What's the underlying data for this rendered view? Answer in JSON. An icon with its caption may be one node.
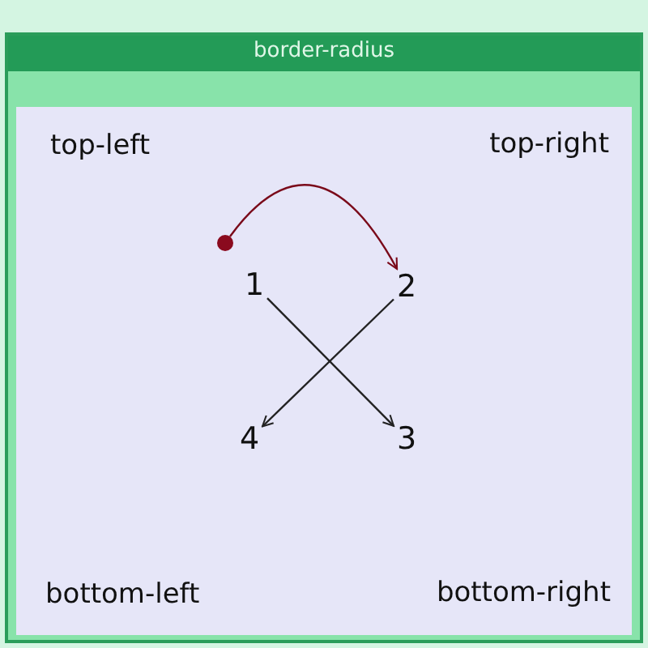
{
  "diagram": {
    "nodes": [
      {
        "text": [
          "border-radius"
        ]
      },
      {
        "text": [],
        "shape": "box",
        "in": 0
      },
      {
        "text": [],
        "shape": "circle",
        "in": 1
      },
      {
        "text": [
          "1"
        ],
        "in": 1
      },
      {
        "text": [
          "2"
        ],
        "in": 1
      },
      {
        "text": [
          "4"
        ],
        "in": 1
      },
      {
        "text": [
          "3"
        ],
        "in": 1
      }
    ],
    "edges": [
      {
        "from": 2,
        "to": 4,
        "arrow": "to",
        "color": "#7a0a1a"
      },
      {
        "from": 3,
        "to": 6,
        "arrow": "to"
      },
      {
        "from": 4,
        "to": 5,
        "arrow": "to"
      }
    ],
    "labels": [
      "top-left",
      "top-right",
      "bottom-left",
      "bottom-right"
    ]
  }
}
